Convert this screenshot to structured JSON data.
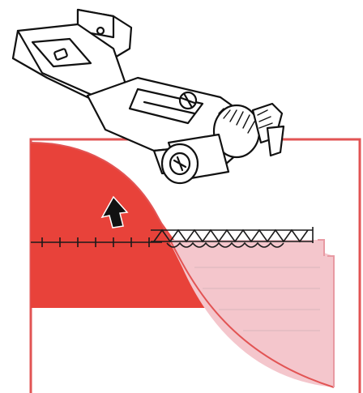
{
  "illustration": {
    "colors": {
      "fabric_red": "#e8423a",
      "fabric_pink": "#f4c6cc",
      "fabric_edge": "#e25454",
      "outline": "#111111",
      "foot_fill": "#ffffff",
      "stitch": "#1a1a1a",
      "background": "#ffffff"
    },
    "parts": {
      "presser_foot": "overcast-presser-foot",
      "upper_fabric": "red-fabric-layer",
      "lower_fabric": "pink-fabric-layer",
      "seam": "overcast-seam",
      "arrow": "feed-direction-arrow"
    }
  }
}
